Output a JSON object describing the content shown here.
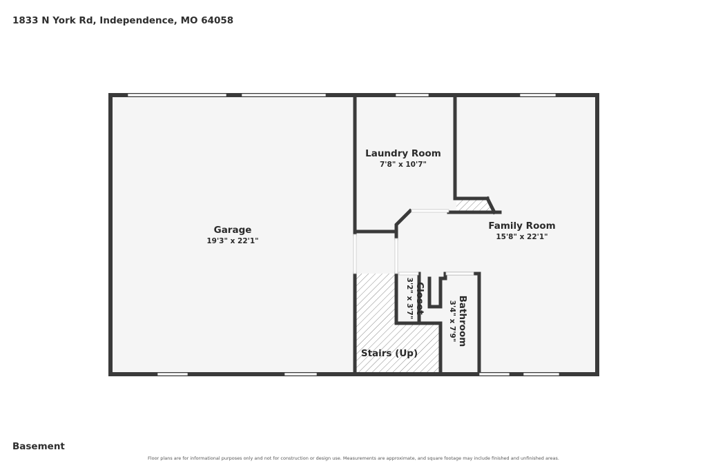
{
  "header": {
    "address": "1833 N York Rd, Independence, MO 64058"
  },
  "floor": {
    "label": "Basement"
  },
  "footer": {
    "disclaimer": "Floor plans are for informational purposes only and not for construction or design use. Measurements are approximate, and square footage may include finished and unfinished areas."
  },
  "rooms": {
    "garage": {
      "name": "Garage",
      "dims": "19'3\" x 22'1\""
    },
    "laundry": {
      "name": "Laundry Room",
      "dims": "7'8\" x 10'7\""
    },
    "family": {
      "name": "Family Room",
      "dims": "15'8\" x 22'1\""
    },
    "closet": {
      "name": "Closet",
      "dims": "3'2\" x 3'7\""
    },
    "bathroom": {
      "name": "Bathroom",
      "dims": "3'4\" x 7'9\""
    },
    "stairs": {
      "name": "Stairs (Up)"
    }
  },
  "colors": {
    "wall": "#3a3a3a",
    "floor": "#f5f5f5",
    "window": "#ffffff",
    "hatch": "#8a8a8a"
  }
}
